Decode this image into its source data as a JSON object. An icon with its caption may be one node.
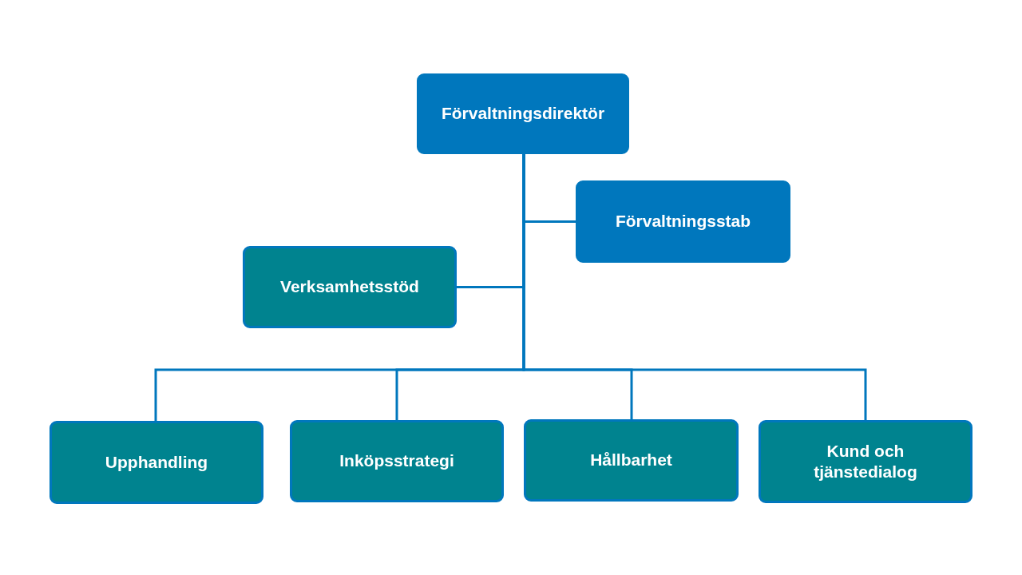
{
  "diagram": {
    "nodes": [
      {
        "text": [
          "Förvaltningsdirektör"
        ]
      },
      {
        "text": [
          "Förvaltningsstab"
        ]
      },
      {
        "text": [
          "Verksamhetsstöd"
        ]
      },
      {
        "text": [
          "Upphandling"
        ]
      },
      {
        "text": [
          "Inköpsstrategi"
        ]
      },
      {
        "text": [
          "Hållbarhet"
        ]
      },
      {
        "text": [
          "Kund och tjänstedialog"
        ]
      }
    ],
    "edges": [
      {
        "from": 0,
        "to": 1,
        "arrow": "none"
      },
      {
        "from": 0,
        "to": 2,
        "arrow": "none"
      },
      {
        "from": 0,
        "to": 3,
        "arrow": "none"
      },
      {
        "from": 0,
        "to": 4,
        "arrow": "none"
      },
      {
        "from": 0,
        "to": 5,
        "arrow": "none"
      },
      {
        "from": 0,
        "to": 6,
        "arrow": "none"
      }
    ]
  }
}
